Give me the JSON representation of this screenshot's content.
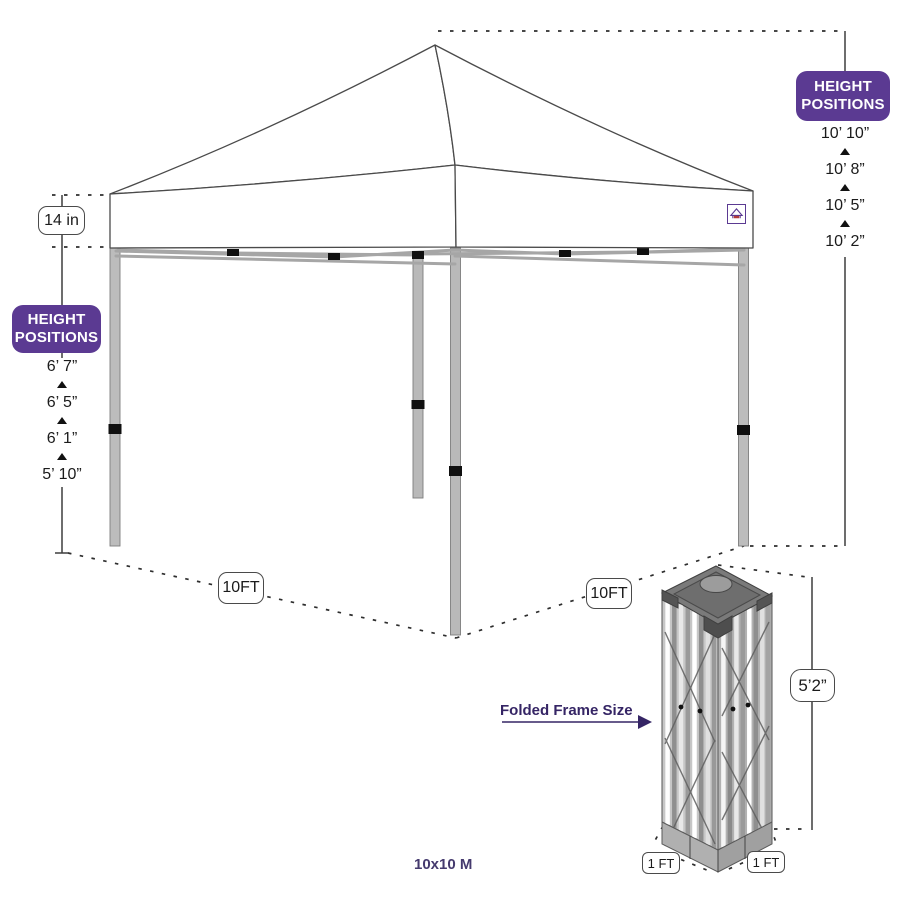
{
  "model": "10x10 M",
  "colors": {
    "badge_purple": "#5b3a92",
    "caption_purple": "#352565",
    "model_purple": "#453a6e",
    "line_gray": "#4a4a4a"
  },
  "badge_left": {
    "label": "HEIGHT POSITIONS"
  },
  "badge_right": {
    "label": "HEIGHT POSITIONS"
  },
  "peak_height_positions": {
    "values": [
      "10’ 10”",
      "10’ 8”",
      "10’ 5”",
      "10’ 2”"
    ]
  },
  "leg_height_positions": {
    "values": [
      "6’ 7”",
      "6’ 5”",
      "6’ 1”",
      "5’ 10”"
    ]
  },
  "labels": {
    "valance_height": "14 in",
    "width_left": "10FT",
    "width_right": "10FT",
    "folded_caption": "Folded Frame Size",
    "folded_height": "5’2”",
    "folded_base_left": "1 FT",
    "folded_base_right": "1 FT"
  }
}
